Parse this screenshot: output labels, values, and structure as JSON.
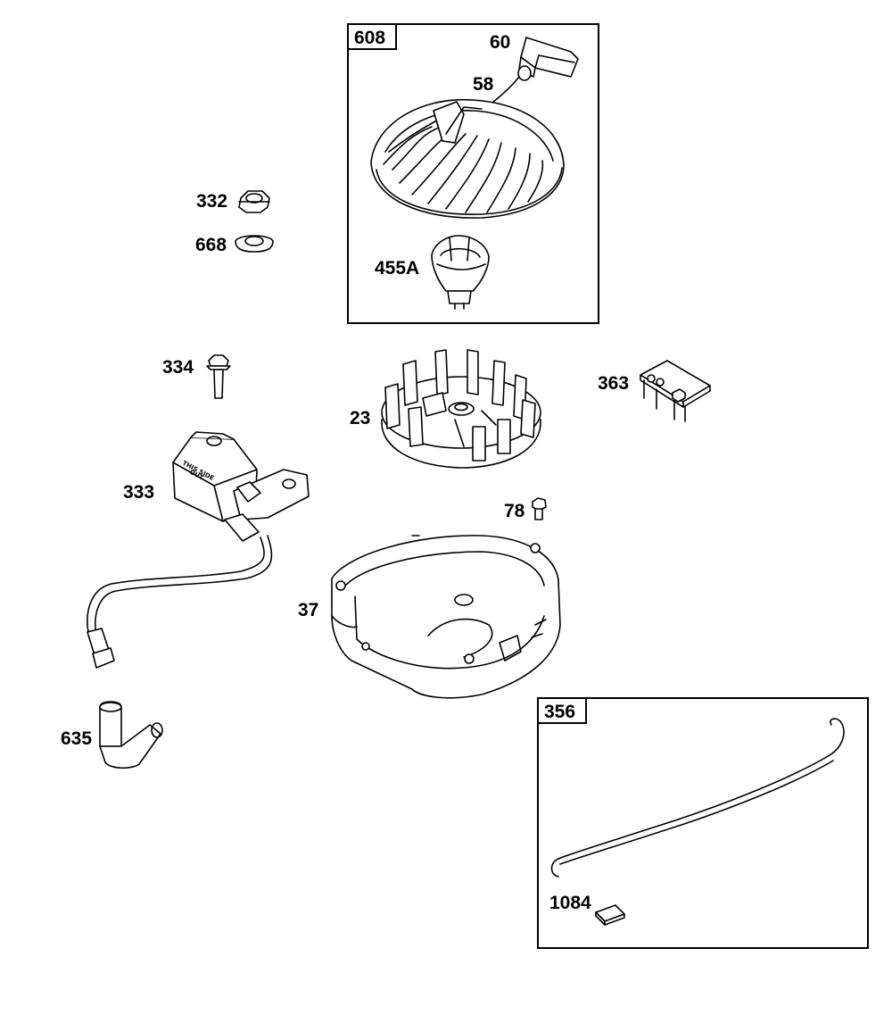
{
  "groups": {
    "g608": "608",
    "g356": "356"
  },
  "parts": {
    "p60": "60",
    "p58": "58",
    "p455A": "455A",
    "p332": "332",
    "p668": "668",
    "p334": "334",
    "p23": "23",
    "p363": "363",
    "p333": "333",
    "p78": "78",
    "p37": "37",
    "p635": "635",
    "p1084": "1084"
  },
  "coil_text": {
    "line1": "THIS SIDE",
    "line2": "OUT"
  }
}
